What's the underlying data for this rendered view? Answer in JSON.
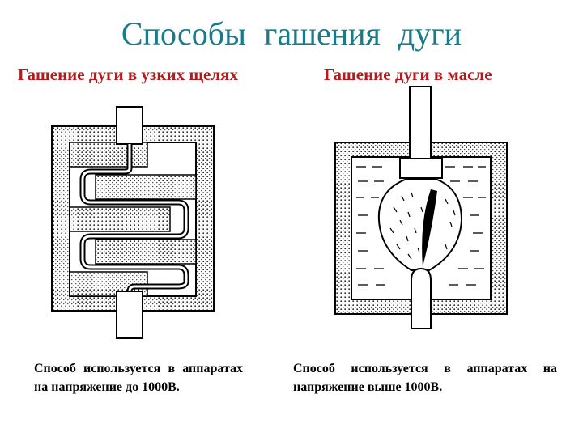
{
  "slide": {
    "title": "Способы   гашения   дуги",
    "left": {
      "heading": "Гашение дуги в узких щелях",
      "description": "Способ используется в аппаратах на напряжение до 1000В."
    },
    "right": {
      "heading": "Гашение дуги в масле",
      "description": "Способ используется в аппаратах на напряжение выше 1000В."
    }
  }
}
